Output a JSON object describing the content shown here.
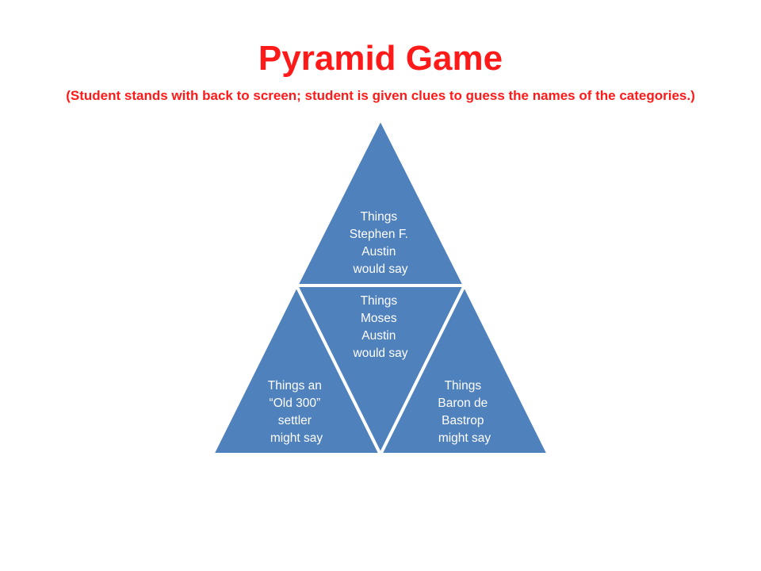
{
  "slide": {
    "title": "Pyramid Game",
    "subtitle": "(Student stands with back to screen; student is given clues to guess the names of the categories.)"
  },
  "pyramid": {
    "fill_color": "#4f81bd",
    "border_color": "#ffffff",
    "title_color": "#ff1a1a",
    "top": {
      "lines": [
        "Things",
        "Stephen F.",
        "Austin",
        "would say"
      ]
    },
    "middle": {
      "lines": [
        "Things",
        "Moses",
        "Austin",
        "would say"
      ]
    },
    "bottom_left": {
      "lines": [
        "Things an",
        "“Old 300”",
        "settler",
        "might say"
      ]
    },
    "bottom_right": {
      "lines": [
        "Things",
        "Baron de",
        "Bastrop",
        "might say"
      ]
    }
  }
}
